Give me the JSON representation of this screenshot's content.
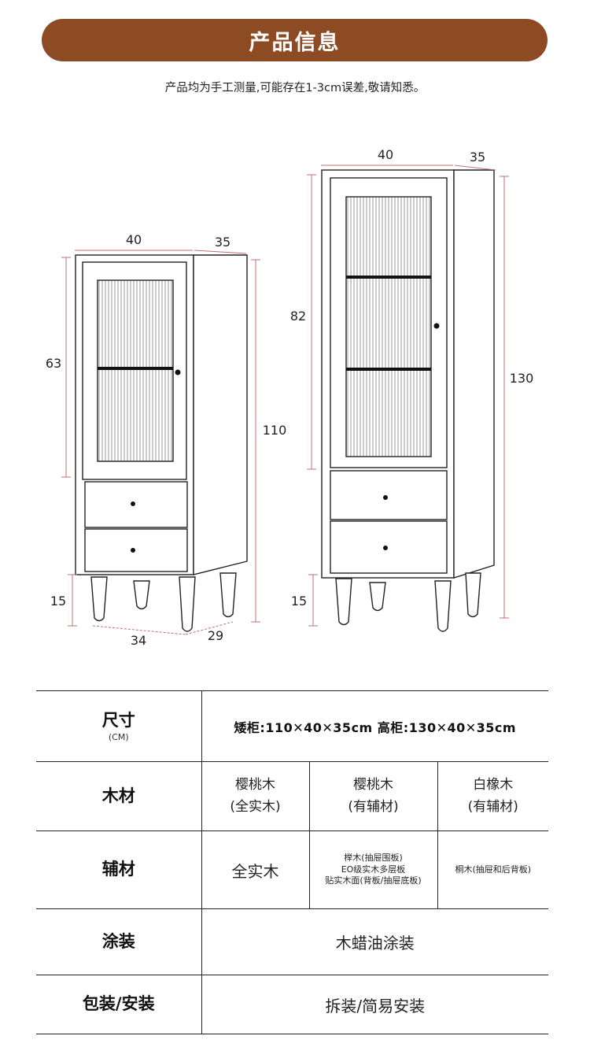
{
  "header": {
    "title": "产品信息",
    "note": "产品均为手工测量,可能存在1-3cm误差,敬请知悉。"
  },
  "diagram": {
    "short_cabinet": {
      "width": "40",
      "depth": "35",
      "total_height": "110",
      "upper_height": "63",
      "leg_height": "15",
      "base_width": "34",
      "base_depth": "29"
    },
    "tall_cabinet": {
      "width": "40",
      "depth": "35",
      "total_height": "130",
      "upper_height": "82",
      "leg_height": "15"
    }
  },
  "table": {
    "size": {
      "label": "尺寸",
      "unit": "(CM)",
      "value": "矮柜:110✕40✕35cm  高柜:130✕40✕35cm"
    },
    "wood": {
      "label": "木材",
      "options": [
        {
          "name": "樱桃木",
          "detail": "(全实木)"
        },
        {
          "name": "樱桃木",
          "detail": "(有辅材)"
        },
        {
          "name": "白橡木",
          "detail": "(有辅材)"
        }
      ]
    },
    "aux": {
      "label": "辅材",
      "col1": "全实木",
      "col2": [
        "榉木(抽屉围板)",
        "EO级实木多层板",
        "贴实木面(背板/抽屉底板)"
      ],
      "col3": "桐木(抽屉和后背板)"
    },
    "finish": {
      "label": "涂装",
      "value": "木蜡油涂装"
    },
    "install": {
      "label": "包装/安装",
      "value": "拆装/简易安装"
    }
  }
}
